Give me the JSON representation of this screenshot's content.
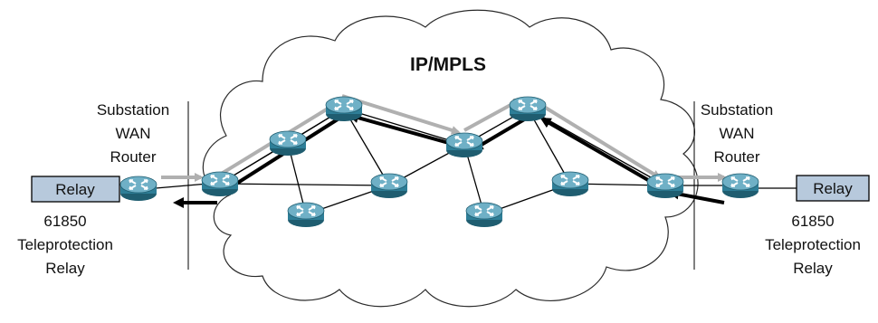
{
  "cloud": {
    "label": "IP/MPLS"
  },
  "left": {
    "router_label": [
      "Substation",
      "WAN",
      "Router"
    ],
    "relay_label": "Relay",
    "relay_caption": [
      "61850",
      "Teleprotection",
      "Relay"
    ]
  },
  "right": {
    "router_label": [
      "Substation",
      "WAN",
      "Router"
    ],
    "relay_label": "Relay",
    "relay_caption": [
      "61850",
      "Teleprotection",
      "Relay"
    ]
  },
  "colors": {
    "router_fill": "#2e7e97",
    "router_top": "#6fb0c6",
    "relay_fill": "#b7c9dc",
    "path_forward": "#b0b0b0",
    "path_return": "#000000",
    "cloud_stroke": "#2a2a2a"
  }
}
